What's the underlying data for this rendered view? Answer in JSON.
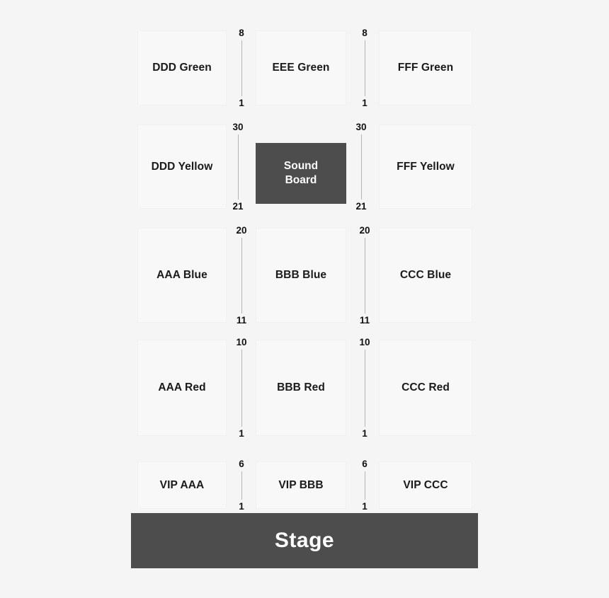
{
  "map": {
    "background_color": "#f5f5f5",
    "section_fill_color": "#f8f8f8",
    "section_border_color": "#f1f1f1",
    "dark_block_color": "#4d4d4d",
    "text_color": "#1a1a1a",
    "tick_line_color": "#b5b5b5"
  },
  "rows": [
    {
      "id": "green",
      "top_row_number": "8",
      "bottom_row_number": "1",
      "sections": [
        {
          "id": "ddd-green",
          "label": "DDD Green"
        },
        {
          "id": "eee-green",
          "label": "EEE Green"
        },
        {
          "id": "fff-green",
          "label": "FFF Green"
        }
      ]
    },
    {
      "id": "yellow",
      "top_row_number": "30",
      "bottom_row_number": "21",
      "sections": [
        {
          "id": "ddd-yellow",
          "label": "DDD Yellow"
        },
        {
          "id": "sound-board",
          "label": "Sound Board"
        },
        {
          "id": "fff-yellow",
          "label": "FFF Yellow"
        }
      ]
    },
    {
      "id": "blue",
      "top_row_number": "20",
      "bottom_row_number": "11",
      "sections": [
        {
          "id": "aaa-blue",
          "label": "AAA Blue"
        },
        {
          "id": "bbb-blue",
          "label": "BBB Blue"
        },
        {
          "id": "ccc-blue",
          "label": "CCC Blue"
        }
      ]
    },
    {
      "id": "red",
      "top_row_number": "10",
      "bottom_row_number": "1",
      "sections": [
        {
          "id": "aaa-red",
          "label": "AAA Red"
        },
        {
          "id": "bbb-red",
          "label": "BBB Red"
        },
        {
          "id": "ccc-red",
          "label": "CCC Red"
        }
      ]
    },
    {
      "id": "vip",
      "top_row_number": "6",
      "bottom_row_number": "1",
      "sections": [
        {
          "id": "vip-aaa",
          "label": "VIP AAA"
        },
        {
          "id": "vip-bbb",
          "label": "VIP BBB"
        },
        {
          "id": "vip-ccc",
          "label": "VIP CCC"
        }
      ]
    }
  ],
  "sound_board": {
    "line1": "Sound",
    "line2": "Board"
  },
  "stage": {
    "label": "Stage"
  }
}
